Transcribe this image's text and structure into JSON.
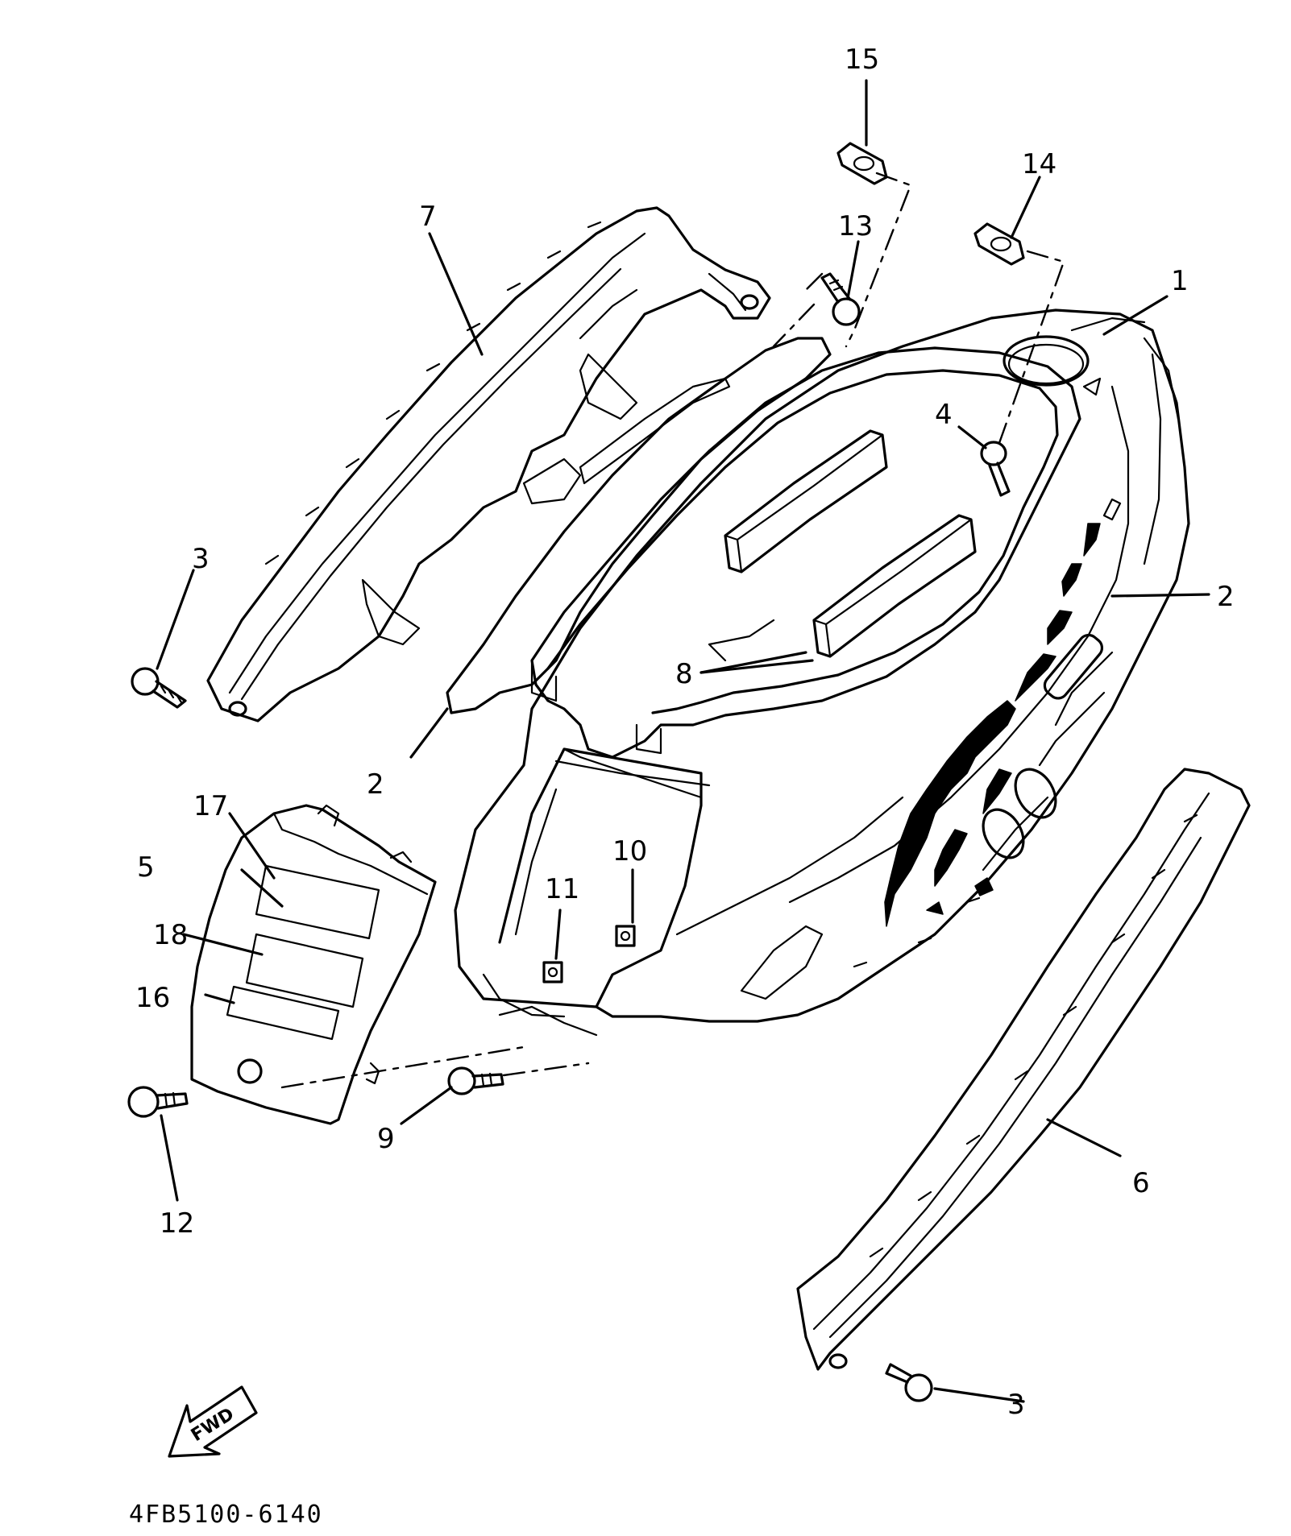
{
  "diagram": {
    "part_code": "4FB5100-6140",
    "fwd_label": "FWD",
    "callouts": [
      {
        "id": "c1",
        "label": "1"
      },
      {
        "id": "c2a",
        "label": "2"
      },
      {
        "id": "c2b",
        "label": "2"
      },
      {
        "id": "c3a",
        "label": "3"
      },
      {
        "id": "c3b",
        "label": "3"
      },
      {
        "id": "c4",
        "label": "4"
      },
      {
        "id": "c5",
        "label": "5"
      },
      {
        "id": "c6",
        "label": "6"
      },
      {
        "id": "c7",
        "label": "7"
      },
      {
        "id": "c8",
        "label": "8"
      },
      {
        "id": "c9",
        "label": "9"
      },
      {
        "id": "c10",
        "label": "10"
      },
      {
        "id": "c11",
        "label": "11"
      },
      {
        "id": "c12",
        "label": "12"
      },
      {
        "id": "c13",
        "label": "13"
      },
      {
        "id": "c14",
        "label": "14"
      },
      {
        "id": "c15",
        "label": "15"
      },
      {
        "id": "c16",
        "label": "16"
      },
      {
        "id": "c17",
        "label": "17"
      },
      {
        "id": "c18",
        "label": "18"
      }
    ]
  }
}
